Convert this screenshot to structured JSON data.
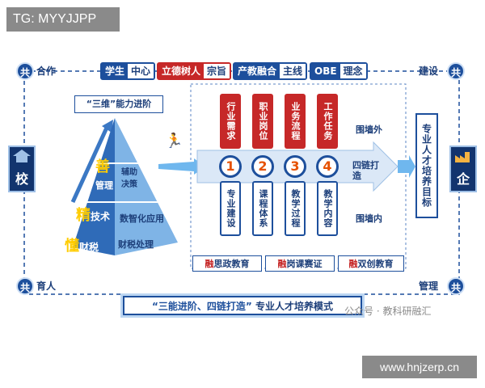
{
  "overlay": {
    "tg": "TG: MYYJJPP",
    "site": "www.hnjzerp.cn"
  },
  "corners": {
    "top_left": {
      "circle": "共",
      "label": "合作"
    },
    "top_right": {
      "circle": "共",
      "label": "建设"
    },
    "bottom_left": {
      "circle": "共",
      "label": "育人"
    },
    "bottom_right": {
      "circle": "共",
      "label": "管理"
    }
  },
  "top_tags": [
    {
      "a": "学生",
      "b": "中心"
    },
    {
      "a": "立德树人",
      "b": "宗旨"
    },
    {
      "a": "产教融合",
      "b": "主线"
    },
    {
      "a": "OBE",
      "b": "理念"
    }
  ],
  "left_box": "校",
  "right_box": "企",
  "pyramid": {
    "title": "“三维”能力进阶",
    "levels": [
      {
        "big": "善",
        "small": "管理",
        "side": "辅助决策"
      },
      {
        "big": "精",
        "small": "技术",
        "side": "数智化应用"
      },
      {
        "big": "懂",
        "small": "财税",
        "side": "财税处理"
      }
    ]
  },
  "top_items": [
    "行业需求",
    "职业岗位",
    "业务流程",
    "工作任务"
  ],
  "numbers": [
    "1",
    "2",
    "3",
    "4"
  ],
  "bottom_items": [
    "专业建设",
    "课程体系",
    "教学过程",
    "教学内容"
  ],
  "chain_arrow": "四链打造",
  "wall_out": "围墙外",
  "wall_in": "围墙内",
  "target": "专业人才培养目标",
  "bottom_tags": [
    {
      "r": "融",
      "t": "思政教育"
    },
    {
      "r": "融",
      "t": "岗课赛证"
    },
    {
      "r": "融",
      "t": "双创教育"
    }
  ],
  "mode_title": {
    "highlight": "“三能进阶、四链打造”",
    "rest": "专业人才培养模式"
  },
  "watermark": "公众号 · 教科研融汇",
  "colors": {
    "navy": "#1d4f9c",
    "red": "#c62828",
    "orange": "#e65100"
  }
}
